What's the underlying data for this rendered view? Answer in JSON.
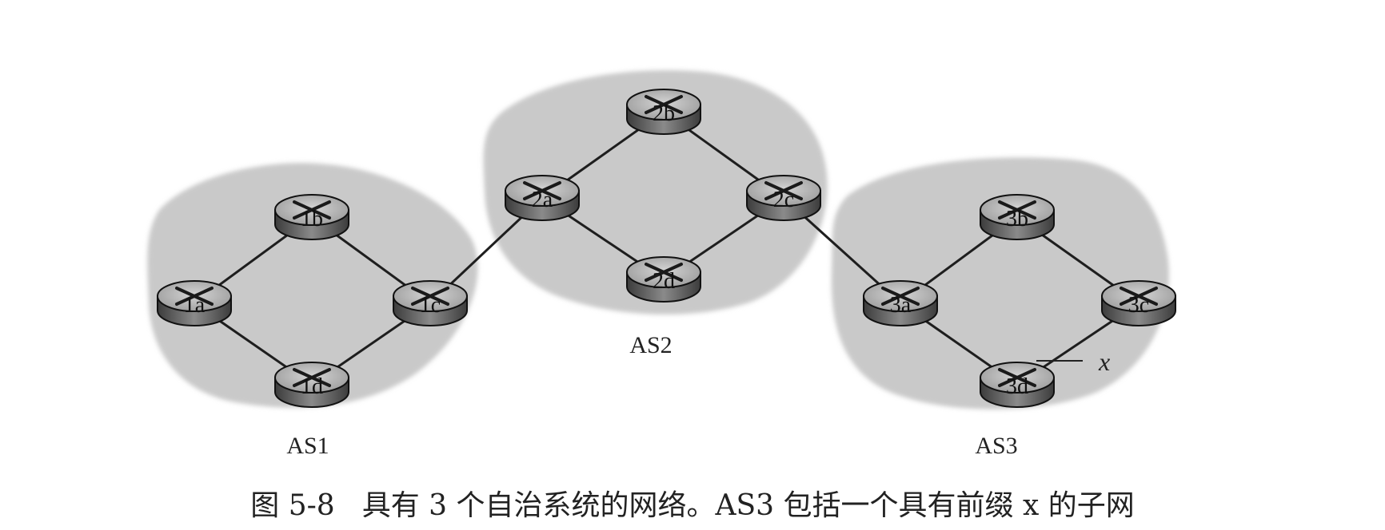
{
  "diagram": {
    "autonomous_systems": [
      {
        "id": "as1",
        "label": "AS1"
      },
      {
        "id": "as2",
        "label": "AS2"
      },
      {
        "id": "as3",
        "label": "AS3"
      }
    ],
    "routers": [
      {
        "id": "1a",
        "label": "1a"
      },
      {
        "id": "1b",
        "label": "1b"
      },
      {
        "id": "1c",
        "label": "1c"
      },
      {
        "id": "1d",
        "label": "1d"
      },
      {
        "id": "2a",
        "label": "2a"
      },
      {
        "id": "2b",
        "label": "2b"
      },
      {
        "id": "2c",
        "label": "2c"
      },
      {
        "id": "2d",
        "label": "2d"
      },
      {
        "id": "3a",
        "label": "3a"
      },
      {
        "id": "3b",
        "label": "3b"
      },
      {
        "id": "3c",
        "label": "3c"
      },
      {
        "id": "3d",
        "label": "3d"
      }
    ],
    "links": [
      [
        "1a",
        "1b"
      ],
      [
        "1b",
        "1c"
      ],
      [
        "1a",
        "1d"
      ],
      [
        "1d",
        "1c"
      ],
      [
        "1c",
        "2a"
      ],
      [
        "2a",
        "2b"
      ],
      [
        "2b",
        "2c"
      ],
      [
        "2a",
        "2d"
      ],
      [
        "2d",
        "2c"
      ],
      [
        "2c",
        "3a"
      ],
      [
        "3a",
        "3b"
      ],
      [
        "3b",
        "3c"
      ],
      [
        "3a",
        "3d"
      ],
      [
        "3d",
        "3c"
      ]
    ],
    "subnet": {
      "label": "x",
      "attached_to": "3d"
    }
  },
  "caption": {
    "figure_number": "图 5-8",
    "text": "具有 3 个自治系统的网络。AS3 包括一个具有前缀 x 的子网"
  }
}
